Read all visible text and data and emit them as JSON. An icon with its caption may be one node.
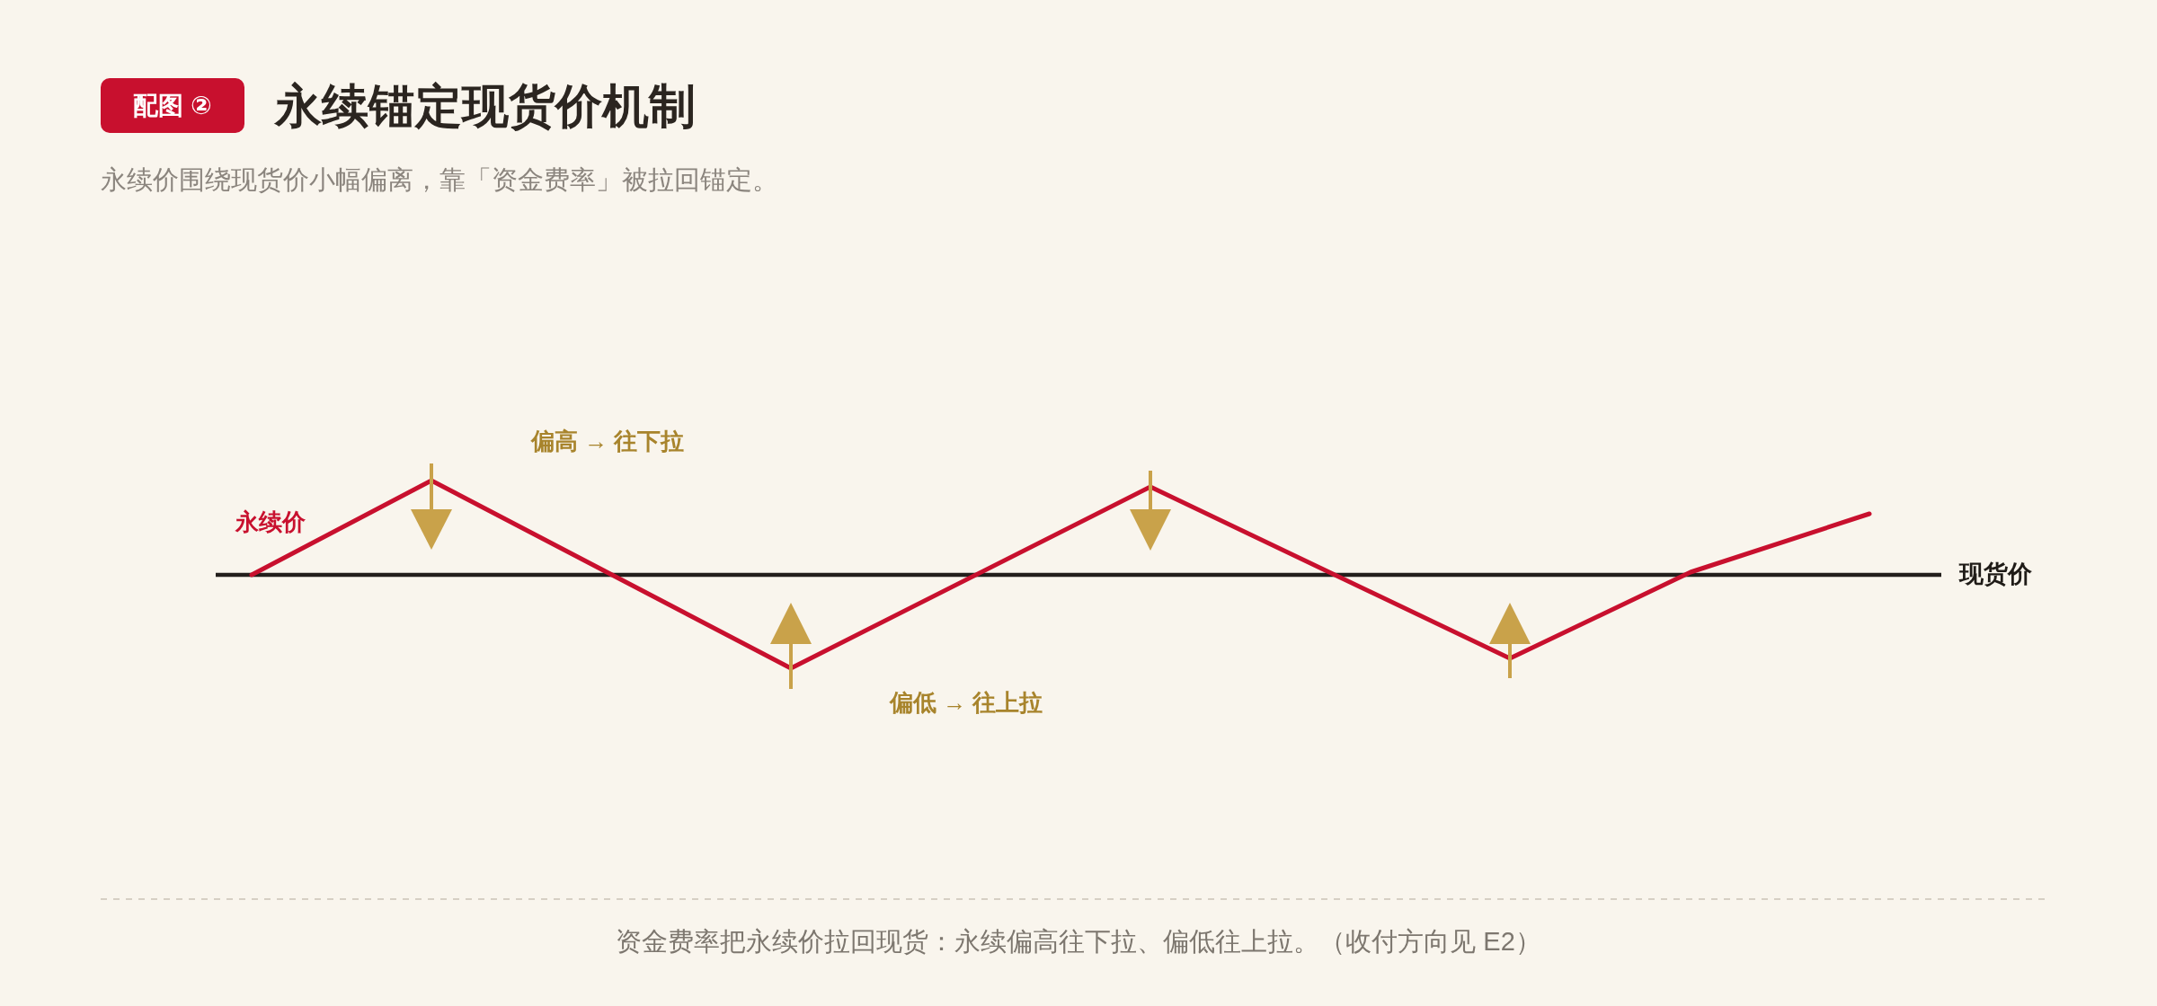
{
  "diagram": {
    "title": "永续锚定现货价机制",
    "caption": "资金费率把永续价拉回现货：永续偏高往下拉、偏低往上拉。（收付方向见 E2）",
    "nodes": [
      {
        "text": [
          "配图 ②"
        ]
      }
    ],
    "labels": [
      "永续价围绕现货价小幅偏离，靠「资金费率」被拉回锚定。",
      "偏高 → 往下拉",
      "永续价",
      "现货价",
      "偏低 → 往上拉"
    ]
  }
}
